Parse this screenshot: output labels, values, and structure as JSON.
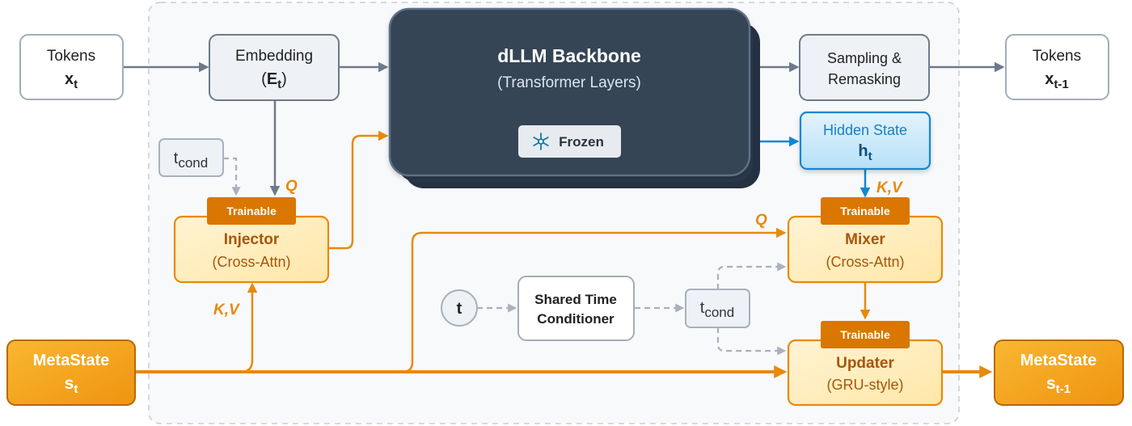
{
  "colors": {
    "gray": "#6e7a8a",
    "gray_light": "#a9b1bc",
    "orange": "#e68a0c",
    "orange_dark": "#c96a00",
    "blue": "#1287d1",
    "navy": "#2f3f54"
  },
  "tokens_in": {
    "label": "Tokens",
    "sym": "x",
    "sub": "t"
  },
  "embedding": {
    "label": "Embedding",
    "sym_open": "(",
    "sym": "E",
    "sub": "t",
    "sym_close": ")"
  },
  "backbone": {
    "title": "dLLM Backbone",
    "subtitle": "(Transformer Layers)",
    "frozen_label": "Frozen",
    "frozen_icon": "snowflake-icon"
  },
  "sampling": {
    "line1": "Sampling &",
    "line2": "Remasking"
  },
  "tokens_out": {
    "label": "Tokens",
    "sym": "x",
    "sub": "t-1"
  },
  "hidden_state": {
    "label": "Hidden State",
    "sym": "h",
    "sub": "t"
  },
  "tcond_left": {
    "sym": "t",
    "sub": "cond"
  },
  "tcond_mid": {
    "sym": "t",
    "sub": "cond"
  },
  "injector": {
    "badge": "Trainable",
    "title": "Injector",
    "subtitle": "(Cross-Attn)"
  },
  "mixer": {
    "badge": "Trainable",
    "title": "Mixer",
    "subtitle": "(Cross-Attn)"
  },
  "updater": {
    "badge": "Trainable",
    "title": "Updater",
    "subtitle": "(GRU-style)"
  },
  "time_node": {
    "label": "t"
  },
  "time_conditioner": {
    "line1": "Shared Time",
    "line2": "Conditioner"
  },
  "metastate_in": {
    "label": "MetaState",
    "sym": "s",
    "sub": "t"
  },
  "metastate_out": {
    "label": "MetaState",
    "sym": "s",
    "sub": "t-1"
  },
  "edge_labels": {
    "q_injector": "Q",
    "kv_injector": "K,V",
    "q_mixer": "Q",
    "kv_mixer": "K,V"
  }
}
